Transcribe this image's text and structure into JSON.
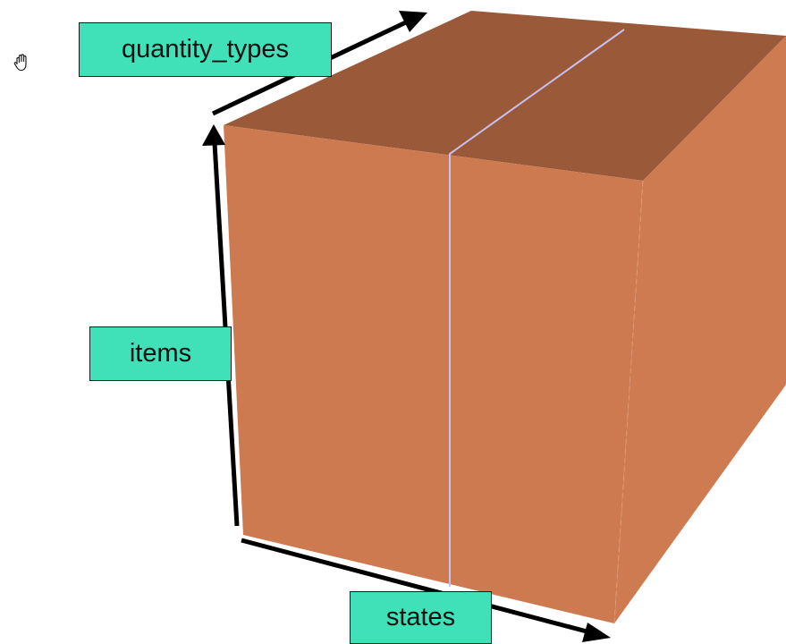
{
  "diagram": {
    "axes": {
      "quantity_types": "quantity_types",
      "items": "items",
      "states": "states"
    }
  },
  "icons": {
    "cursor": "hand-pan-icon"
  },
  "colors": {
    "front_face": "#cd7a50",
    "top_face": "#9a5a3a",
    "side_face": "#cf7b51",
    "divider": "#c8c0f0",
    "label_bg": "#40e0b8",
    "arrow": "#000000"
  }
}
